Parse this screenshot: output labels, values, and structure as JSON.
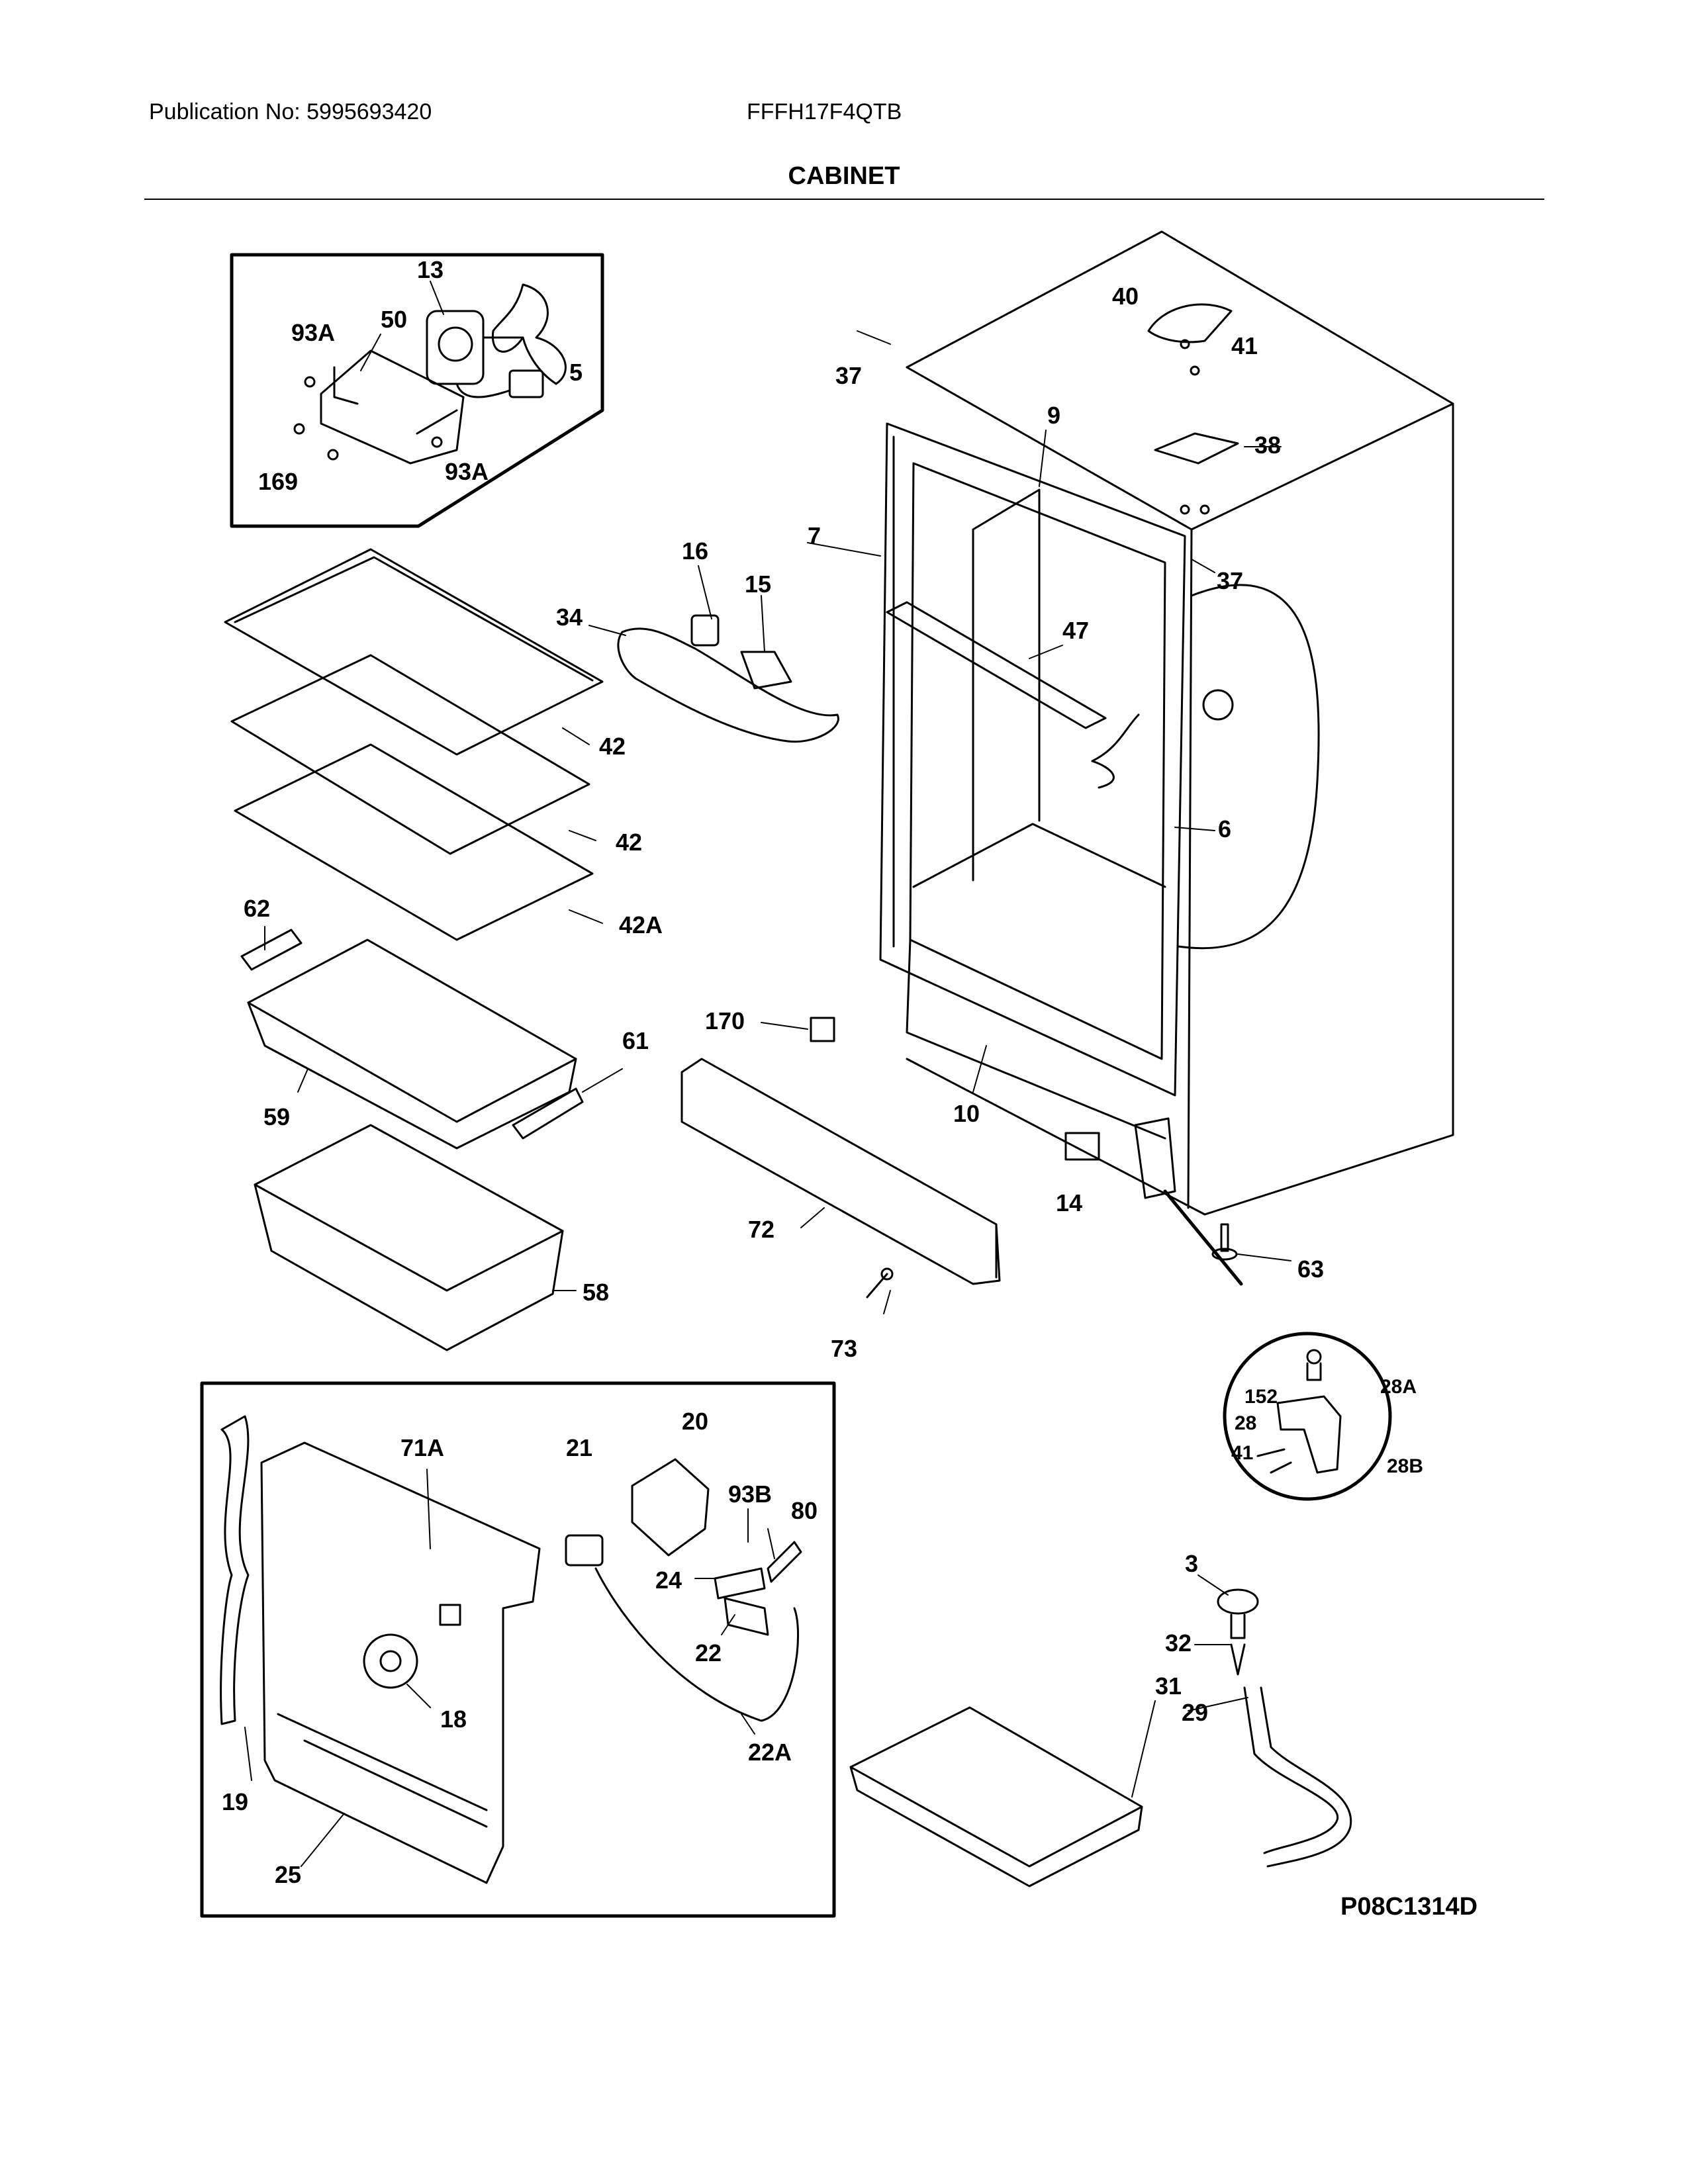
{
  "header": {
    "publication": "Publication No: 5995693420",
    "model": "FFFH17F4QTB",
    "title": "CABINET"
  },
  "diagram_code": "P08C1314D",
  "callouts": {
    "c13": "13",
    "c50": "50",
    "c93a_1": "93A",
    "c5": "5",
    "c169": "169",
    "c93a_2": "93A",
    "c37_1": "37",
    "c40": "40",
    "c41_1": "41",
    "c9": "9",
    "c38": "38",
    "c7": "7",
    "c37_2": "37",
    "c16": "16",
    "c15": "15",
    "c34": "34",
    "c47": "47",
    "c42_1": "42",
    "c42_2": "42",
    "c42a": "42A",
    "c6": "6",
    "c62": "62",
    "c61": "61",
    "c59": "59",
    "c170": "170",
    "c10": "10",
    "c14": "14",
    "c72": "72",
    "c63": "63",
    "c58": "58",
    "c73": "73",
    "c152": "152",
    "c28a": "28A",
    "c28": "28",
    "c41_2": "41",
    "c28b": "28B",
    "c20": "20",
    "c71a": "71A",
    "c21": "21",
    "c93b": "93B",
    "c80": "80",
    "c24": "24",
    "c22": "22",
    "c18": "18",
    "c22a": "22A",
    "c19": "19",
    "c25": "25",
    "c3": "3",
    "c32": "32",
    "c31": "31",
    "c29": "29"
  }
}
